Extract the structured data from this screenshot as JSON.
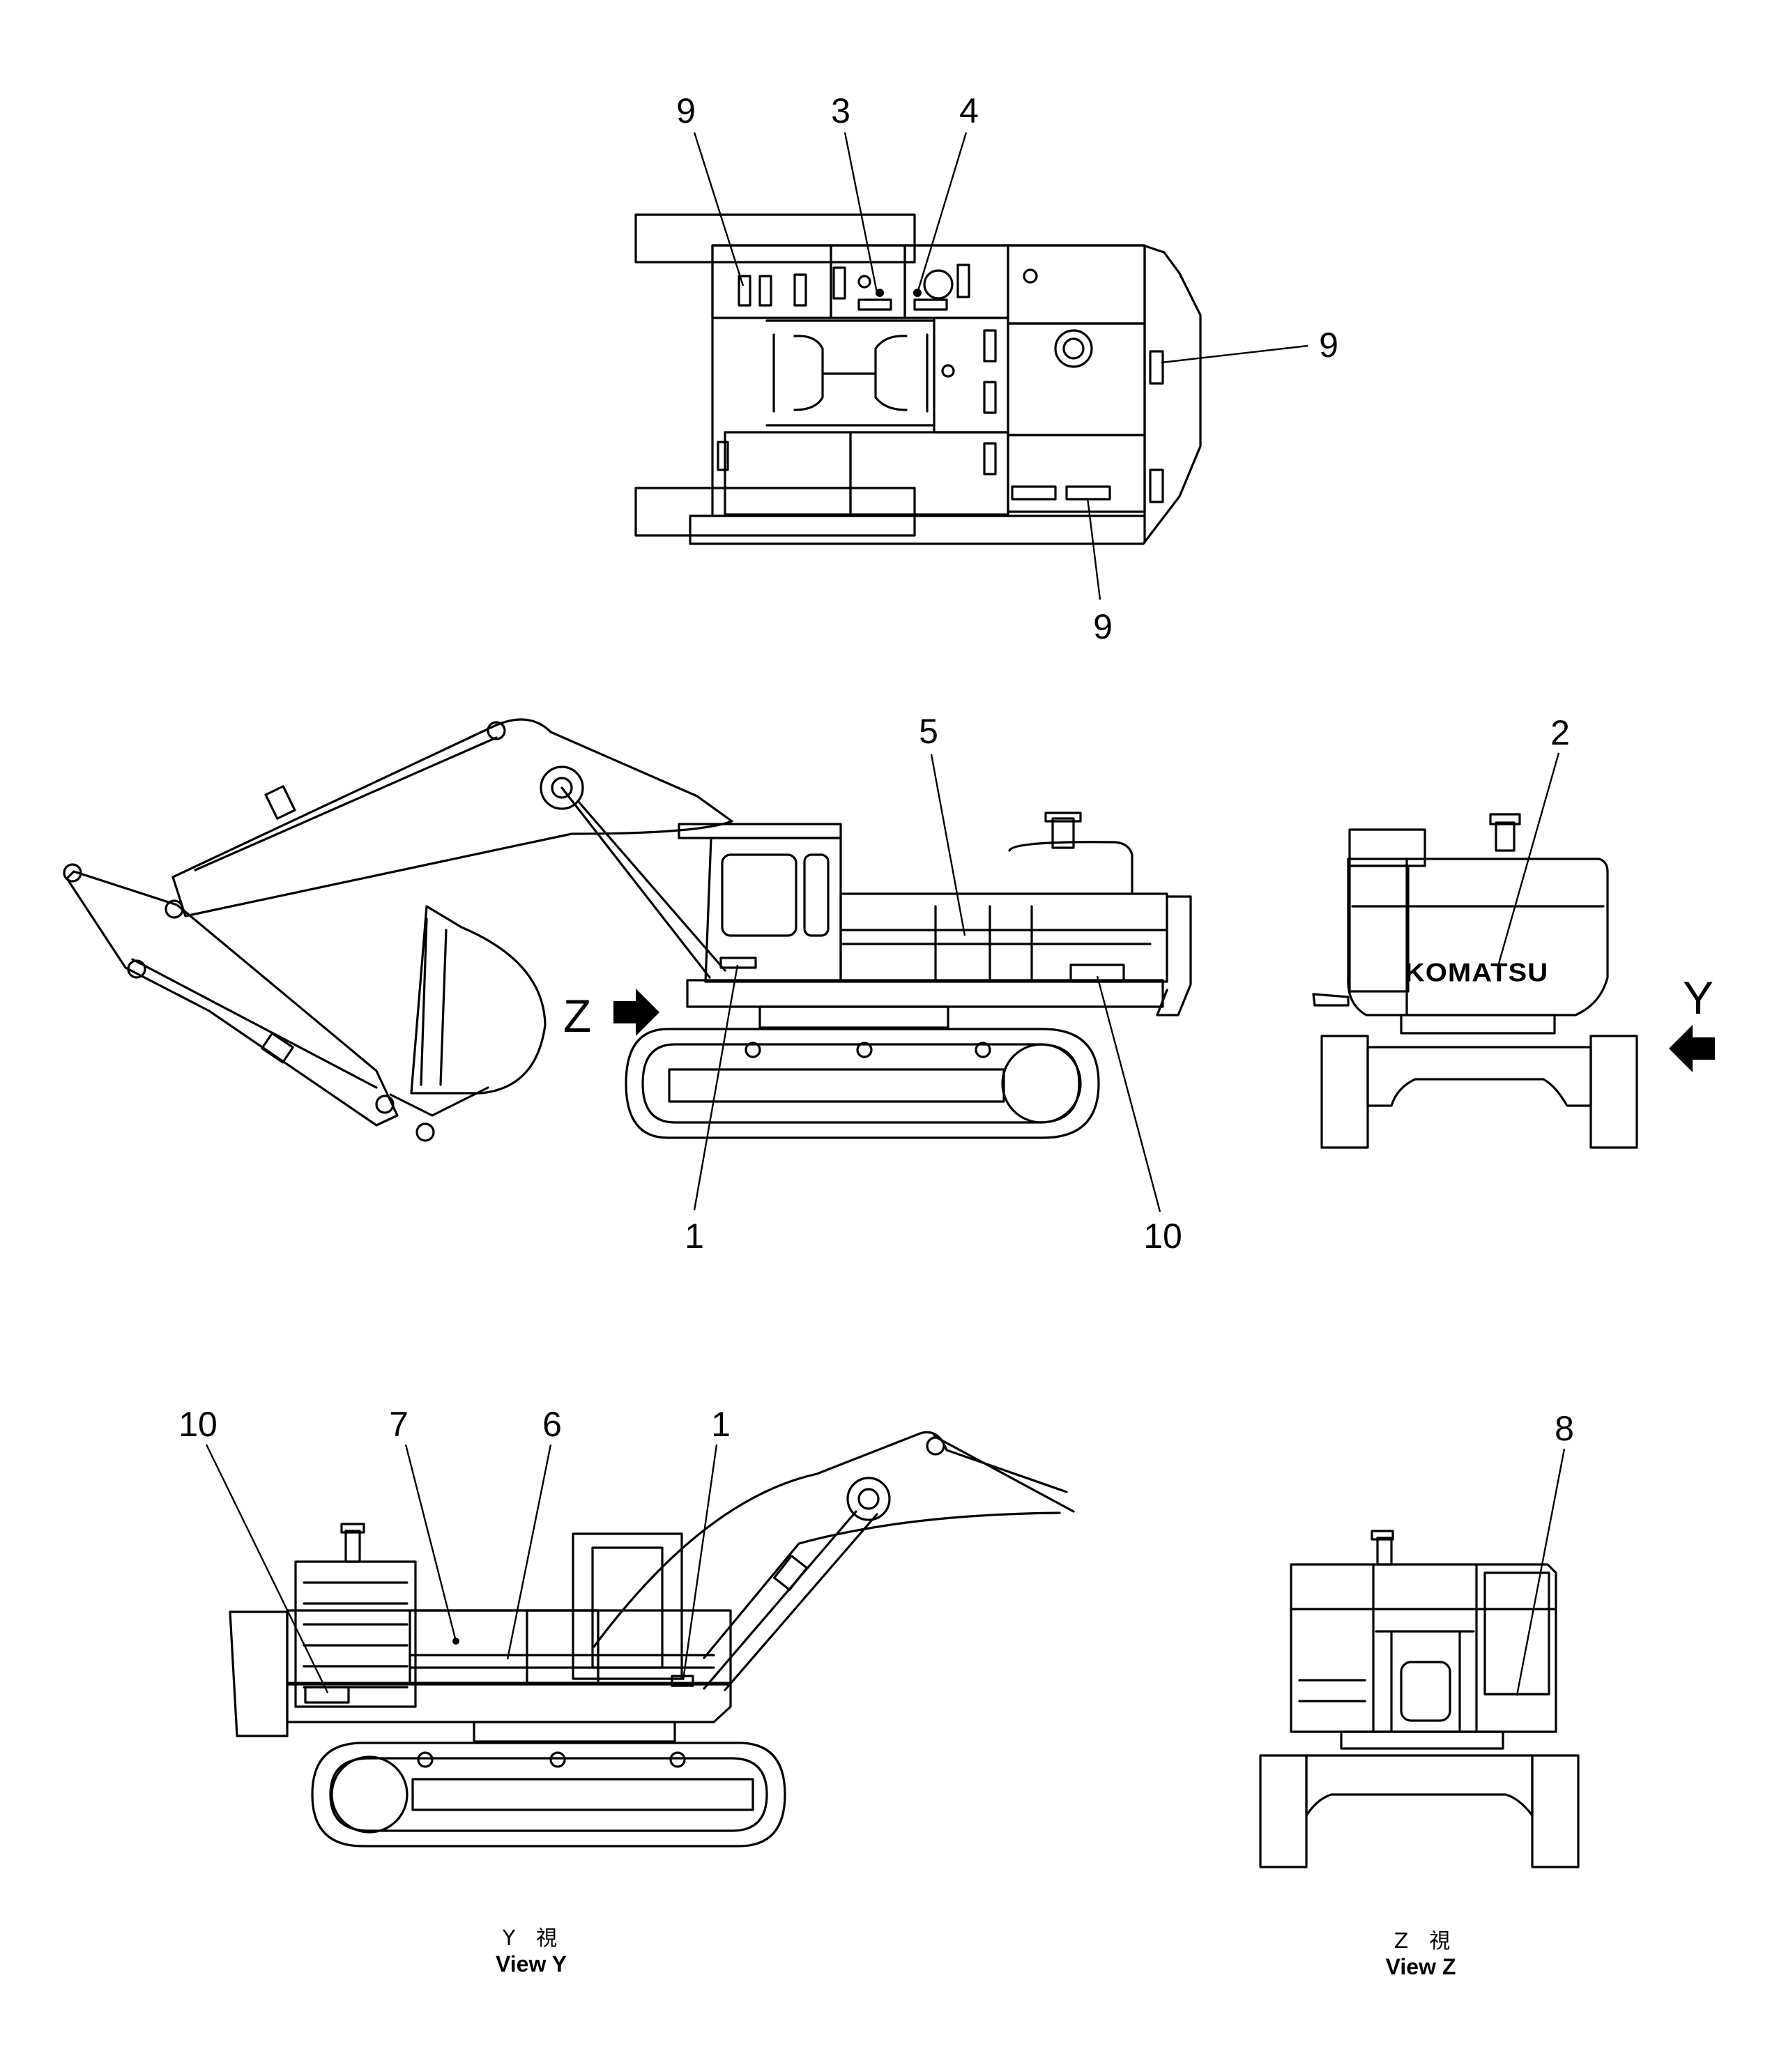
{
  "top_view": {
    "callouts": [
      "9",
      "3",
      "4",
      "9",
      "9"
    ]
  },
  "side_view": {
    "callouts": [
      "5",
      "1",
      "10"
    ],
    "arrow_label": "Z"
  },
  "rear_view": {
    "callouts": [
      "2"
    ],
    "brand_text": "KOMATSU",
    "arrow_label": "Y"
  },
  "view_y": {
    "callouts": [
      "10",
      "7",
      "6",
      "1"
    ],
    "caption_ja": "Y　視",
    "caption_en": "View  Y"
  },
  "view_z": {
    "callouts": [
      "8"
    ],
    "caption_ja": "Z　視",
    "caption_en": "View  Z"
  }
}
